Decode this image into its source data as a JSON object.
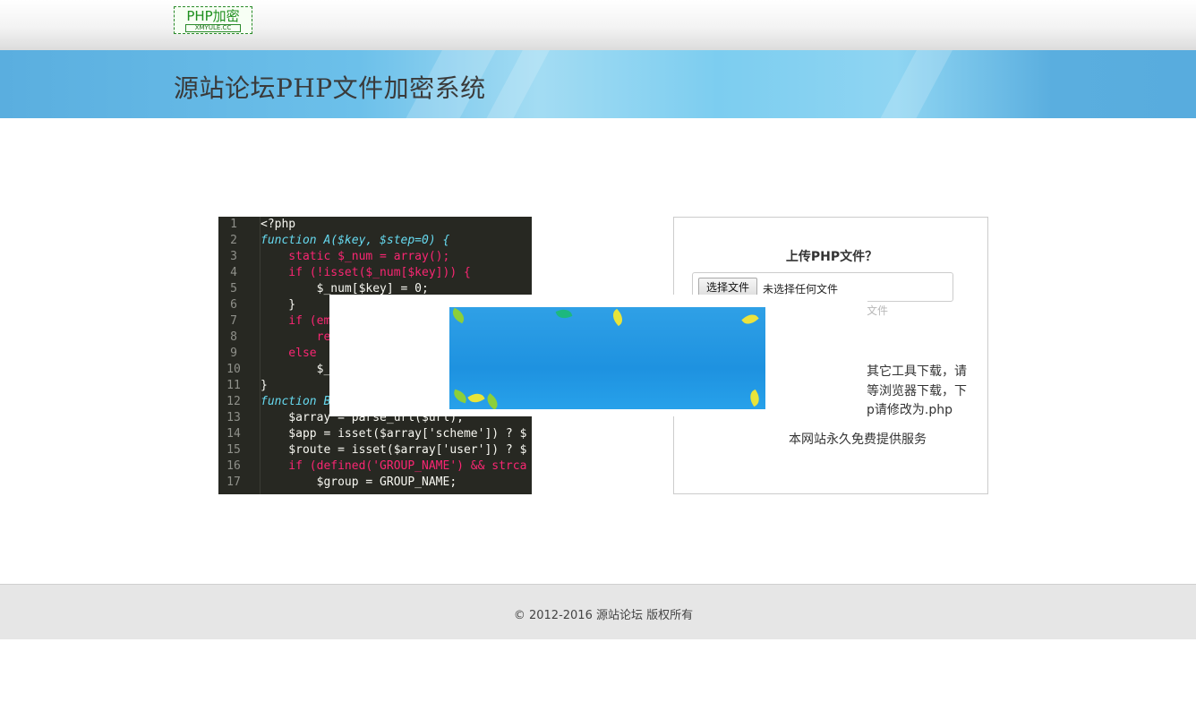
{
  "header": {
    "logo_main": "PHP加密",
    "logo_sub": "XMYULE.CC",
    "title": "源站论坛PHP文件加密系统"
  },
  "code_sample": {
    "line_numbers": [
      "1",
      "2",
      "3",
      "4",
      "5",
      "6",
      "7",
      "8",
      "9",
      "10",
      "11",
      "12",
      "13",
      "14",
      "15",
      "16",
      "17"
    ],
    "lines": [
      "<?php",
      "function A($key, $step=0) {",
      "    static $_num = array();",
      "    if (!isset($_num[$key])) {",
      "        $_num[$key] = 0;",
      "    }",
      "    if (em",
      "        re",
      "    else",
      "        $_",
      "}",
      "function B",
      "    $array = parse_url($url);",
      "    $app = isset($array['scheme']) ? $",
      "    $route = isset($array['user']) ? $",
      "    if (defined('GROUP_NAME') && strca",
      "        $group = GROUP_NAME;"
    ]
  },
  "upload": {
    "title": "上传PHP文件？",
    "choose_button": "选择文件",
    "file_status": "未选择任何文件",
    "hint": "文件",
    "desc_line1": "其它工具下载，请",
    "desc_line2": "等浏览器下载，下",
    "desc_line3": "p请修改为.php",
    "free_service": "本网站永久免费提供服务"
  },
  "footer": {
    "copyright": "© 2012-2016 源站论坛 版权所有"
  },
  "colors": {
    "banner": "#5aaedf",
    "code_bg": "#272822",
    "footer_bg": "#e6e6e6",
    "ad_bg": "#1e92e0"
  }
}
